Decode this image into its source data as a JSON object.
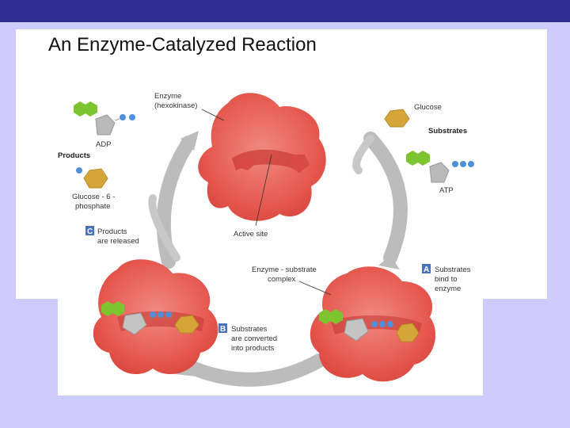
{
  "slide": {
    "title": "An Enzyme-Catalyzed Reaction"
  },
  "diagram": {
    "enzyme_label": [
      "Enzyme",
      "(hexokinase)"
    ],
    "active_site_label": "Active site",
    "glucose_label": "Glucose",
    "substrates_heading": "Substrates",
    "atp_label": "ATP",
    "adp_label": "ADP",
    "products_heading": "Products",
    "g6p_label": [
      "Glucose - 6 -",
      "phosphate"
    ],
    "complex_label": [
      "Enzyme - substrate",
      "complex"
    ],
    "steps": [
      {
        "badge": "A",
        "lines": [
          "Substrates",
          "bind to",
          "enzyme"
        ]
      },
      {
        "badge": "B",
        "lines": [
          "Substrates",
          "are converted",
          "into products"
        ]
      },
      {
        "badge": "C",
        "lines": [
          "Products",
          "are released"
        ]
      }
    ],
    "colors": {
      "enzyme": "#e8574e",
      "glucose": "#d4a63a",
      "green": "#7cc52e",
      "phosphate": "#4f8fd8",
      "pentagon": "#b9b9b9",
      "badge": "#4a72b8",
      "arrow": "#b8b8b8"
    }
  }
}
